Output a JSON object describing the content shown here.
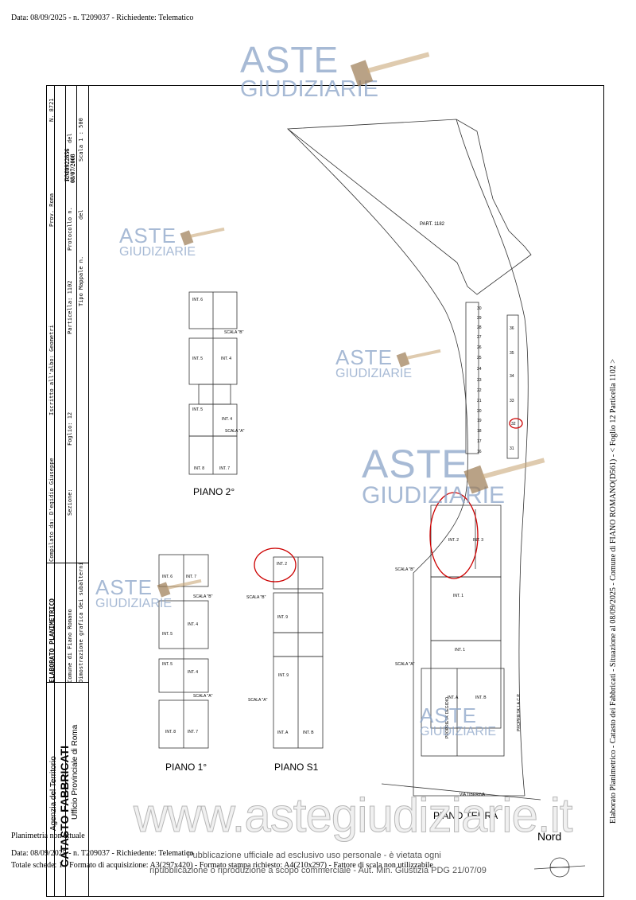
{
  "header": {
    "top_line": "Data: 08/09/2025 - n. T209037 - Richiedente: Telematico"
  },
  "title_block": {
    "title": "ELABORATO PLANIMETRICO",
    "compiled_by": "Compilato da: D'egidio Giuseppe",
    "registered": "Iscritto all'albo: Geometri",
    "prov": "Prov. Roma",
    "number": "N. 8721",
    "comune": "Comune di Fiano Romano",
    "sezione": "Sezione:",
    "foglio": "Foglio: 12",
    "particella": "Particella: 1102",
    "protocollo_label": "Protocollo n.",
    "protocollo_value": "RM0922856",
    "protocollo_del": "del",
    "protocollo_date": "08/07/2008",
    "dimostrazione": "Dimostrazione grafica dei subalterni",
    "tipo_mappale": "Tipo Mappale n.",
    "tipo_del": "del",
    "scala": "Scala 1 : 500",
    "agency": "Agenzia del Territorio",
    "catasto": "CATASTO FABBRICATI",
    "ufficio": "Ufficio Provinciale di Roma"
  },
  "side_note": "Elaborato Planimetrico - Catasto dei Fabbricati - Situazione al 08/09/2025 - Comune di FIANO ROMANO(D561) - < Foglio 12 Particella 1102 >",
  "watermark": {
    "line1": "ASTE",
    "line2": "GIUDIZIARIE",
    "site": "www.astegiudiziarie.it"
  },
  "plans": {
    "piano2": "PIANO 2°",
    "piano1": "PIANO 1°",
    "pianoS1": "PIANO S1",
    "pianoTerra": "PIANO TERRA",
    "part": "PART. 1182",
    "via": "VIA TIBERINA",
    "nord": "Nord",
    "scala_a": "SCALA \"A\"",
    "scala_b": "SCALA \"B\"",
    "prop_left": "PROPRIETA' DEGIDIO",
    "prop_right": "PROPRIETA' I.A.C.P.",
    "int2": "INT. 2",
    "int3": "INT. 3",
    "int4": "INT. 4",
    "int5": "INT. 5",
    "int6": "INT. 6",
    "int7": "INT. 7",
    "int8": "INT. 8",
    "int9": "INT. 9",
    "int1": "INT. 1",
    "intA": "INT. A",
    "intB": "INT. B",
    "garages_left": [
      "30",
      "29",
      "28",
      "27",
      "26",
      "25",
      "24",
      "23",
      "22",
      "21",
      "20",
      "19",
      "18",
      "17",
      "16"
    ],
    "garages_right": [
      "36",
      "35",
      "34",
      "33",
      "32",
      "31"
    ]
  },
  "footer": {
    "planimetria": "Planimetria non attuale",
    "data_line": "Data: 08/09/2025 - n. T209037 - Richiedente: Telematico",
    "totale": "Totale schede: 1 - Formato di acquisizione: A3(297x420) - Formato stampa richiesto: A4(210x297) - Fattore di scala non utilizzabile",
    "notice1": "Pubblicazione ufficiale ad esclusivo uso personale - è vietata ogni",
    "notice2": "ripubblicazione o riproduzione a scopo commerciale - Aut. Min. Giustizia PDG 21/07/09"
  },
  "colors": {
    "watermark": "#8aa3c7",
    "annotation": "#cc0000"
  }
}
